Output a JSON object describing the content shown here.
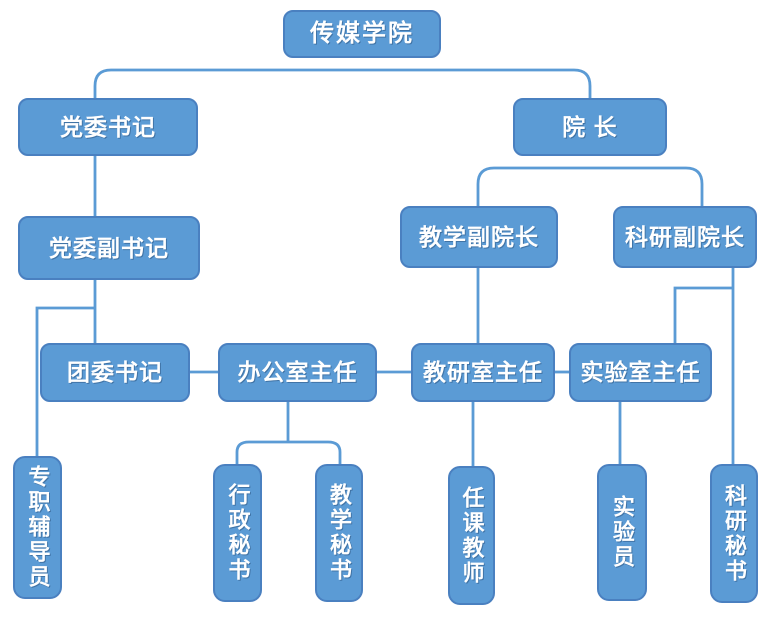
{
  "colors": {
    "background": "#ffffff",
    "node_fill": "#5b9bd5",
    "node_border": "#4a80c0",
    "connector": "#5b9bd5",
    "text": "#ffffff"
  },
  "nodes": {
    "root": {
      "label": "传媒学院"
    },
    "party_secretary": {
      "label": "党委书记"
    },
    "dean": {
      "label": "院 长"
    },
    "deputy_party_secretary": {
      "label": "党委副书记"
    },
    "teaching_vice_dean": {
      "label": "教学副院长"
    },
    "research_vice_dean": {
      "label": "科研副院长"
    },
    "youth_league_secretary": {
      "label": "团委书记"
    },
    "office_director": {
      "label": "办公室主任"
    },
    "teaching_research_director": {
      "label": "教研室主任"
    },
    "lab_director": {
      "label": "实验室主任"
    },
    "counselor": {
      "label": "专职辅导员"
    },
    "admin_secretary": {
      "label": "行政秘书"
    },
    "teaching_secretary": {
      "label": "教学秘书"
    },
    "course_teachers": {
      "label": "任课教师"
    },
    "lab_technician": {
      "label": "实验员"
    },
    "research_secretary": {
      "label": "科研秘书"
    }
  },
  "edges": [
    {
      "from": "root",
      "to": "party_secretary"
    },
    {
      "from": "root",
      "to": "dean"
    },
    {
      "from": "party_secretary",
      "to": "deputy_party_secretary"
    },
    {
      "from": "deputy_party_secretary",
      "to": "youth_league_secretary"
    },
    {
      "from": "deputy_party_secretary",
      "to": "counselor"
    },
    {
      "from": "youth_league_secretary",
      "to": "office_director"
    },
    {
      "from": "office_director",
      "to": "teaching_research_director"
    },
    {
      "from": "teaching_research_director",
      "to": "lab_director"
    },
    {
      "from": "office_director",
      "to": "admin_secretary"
    },
    {
      "from": "office_director",
      "to": "teaching_secretary"
    },
    {
      "from": "dean",
      "to": "teaching_vice_dean"
    },
    {
      "from": "dean",
      "to": "research_vice_dean"
    },
    {
      "from": "teaching_vice_dean",
      "to": "teaching_research_director"
    },
    {
      "from": "teaching_research_director",
      "to": "course_teachers"
    },
    {
      "from": "research_vice_dean",
      "to": "lab_director"
    },
    {
      "from": "research_vice_dean",
      "to": "research_secretary"
    },
    {
      "from": "lab_director",
      "to": "lab_technician"
    }
  ]
}
